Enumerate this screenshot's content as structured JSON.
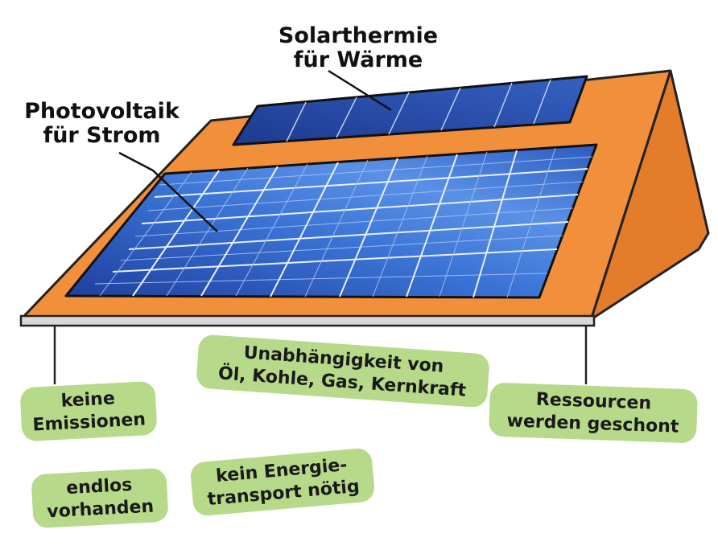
{
  "labels": {
    "thermal": {
      "line1": "Solarthermie",
      "line2": "für Wärme"
    },
    "pv": {
      "line1": "Photovoltaik",
      "line2": "für Strom"
    }
  },
  "benefits": {
    "emissions": {
      "line1": "keine",
      "line2": "Emissionen"
    },
    "independence": {
      "line1": "Unabhängigkeit von",
      "line2": "Öl, Kohle, Gas, Kernkraft"
    },
    "resources": {
      "line1": "Ressourcen",
      "line2": "werden geschont"
    },
    "endless": {
      "line1": "endlos",
      "line2": "vorhanden"
    },
    "transport": {
      "line1": "kein Energie-",
      "line2": "transport nötig"
    }
  },
  "colors": {
    "roof": "#f28f3b",
    "pv_panel": "#2f5fc4",
    "thermal_panel": "#2a4fa8",
    "badge": "#b7d98a"
  }
}
